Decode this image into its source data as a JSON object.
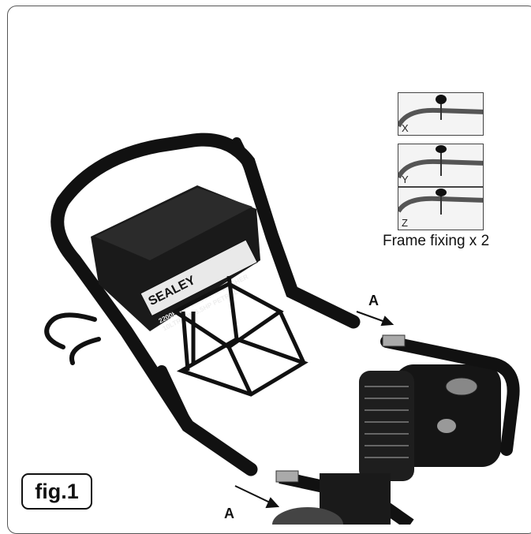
{
  "figure": {
    "label": "fig.1",
    "caption": "Frame fixing x 2"
  },
  "decal": {
    "brand": "SEALEY",
    "line1": "2200BAR PRESSURE WASHER",
    "line2": "10LTR/MIN 6.5HP PETROL"
  },
  "insets": [
    {
      "letter": "X"
    },
    {
      "letter": "Y"
    },
    {
      "letter": "Z"
    }
  ],
  "arrows": {
    "upper": "A",
    "lower": "A"
  }
}
